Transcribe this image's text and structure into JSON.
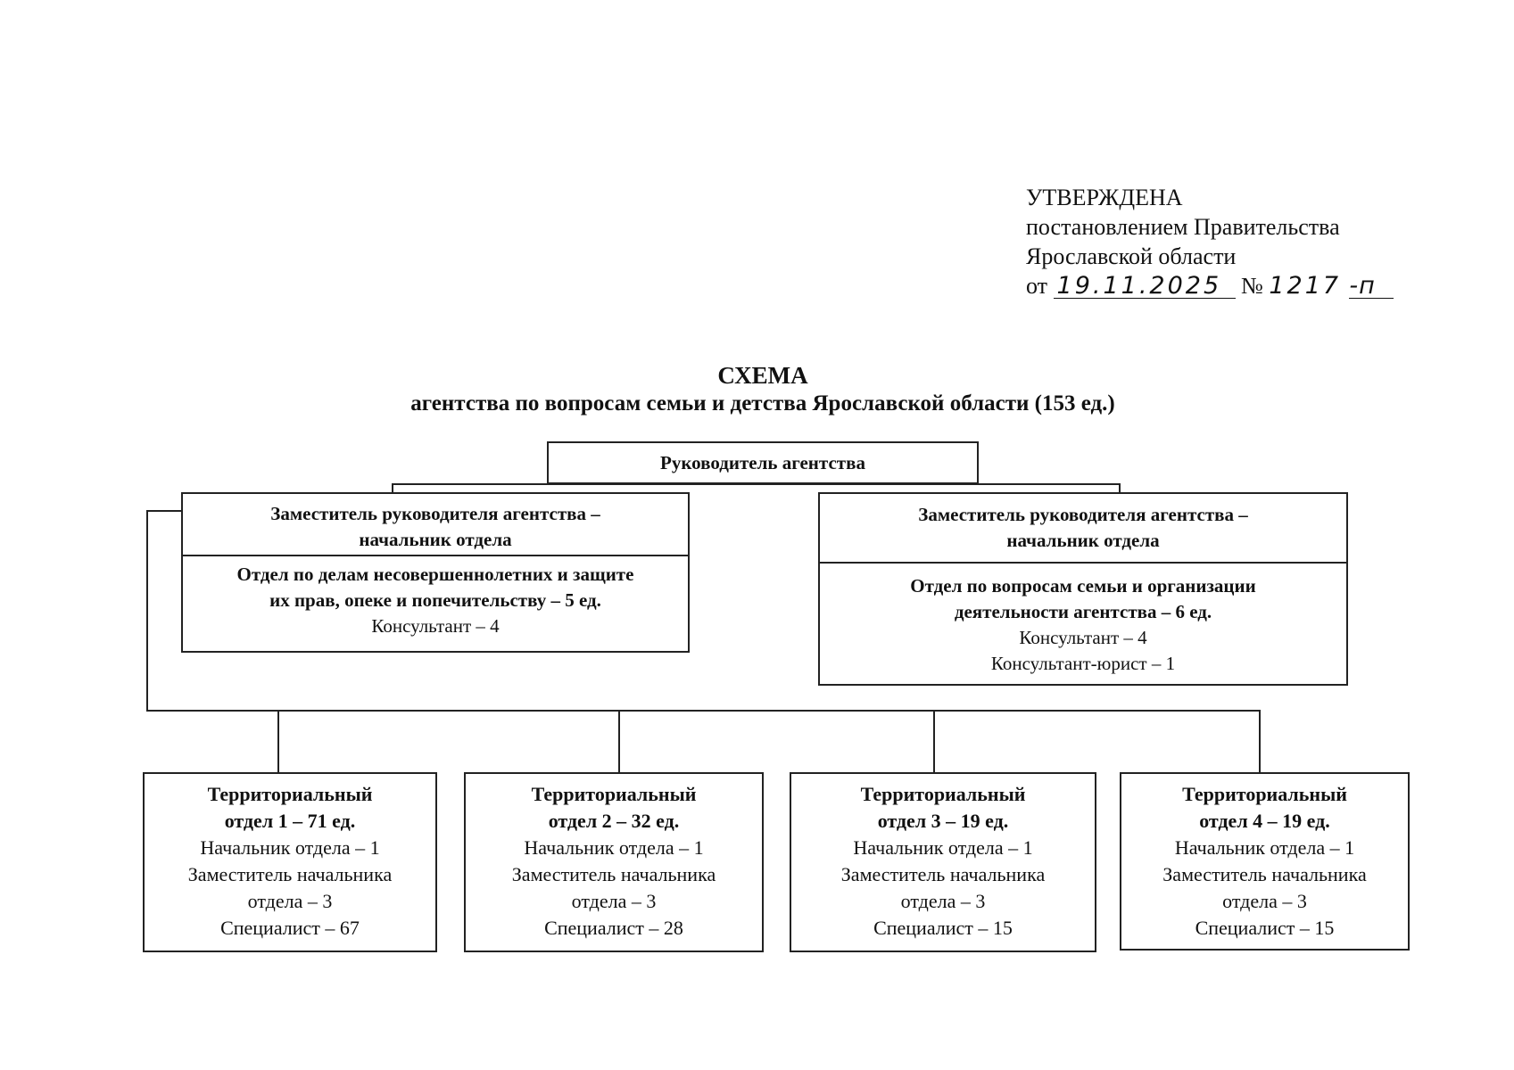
{
  "approval": {
    "status": "УТВЕРЖДЕНА",
    "line1": "постановлением Правительства",
    "line2": "Ярославской области",
    "date_prefix": "от",
    "date": "19.11.2025",
    "number_prefix": "№",
    "number": "1217",
    "number_suffix": "-п"
  },
  "title": {
    "main": "СХЕМА",
    "sub": "агентства по вопросам семьи и детства Ярославской области (153 ед.)"
  },
  "head": {
    "label": "Руководитель агентства"
  },
  "deputies": [
    {
      "title_line1": "Заместитель руководителя агентства –",
      "title_line2": "начальник отдела",
      "dept_line1": "Отдел по делам несовершеннолетних и защите",
      "dept_line2": "их прав, опеке и попечительству – 5 ед.",
      "staff": [
        "Консультант – 4"
      ]
    },
    {
      "title_line1": "Заместитель руководителя агентства –",
      "title_line2": "начальник отдела",
      "dept_line1": "Отдел по вопросам семьи и организации",
      "dept_line2": "деятельности агентства – 6 ед.",
      "staff": [
        "Консультант – 4",
        "Консультант-юрист – 1"
      ]
    }
  ],
  "territorial": [
    {
      "name": "Территориальный",
      "unit": "отдел 1 – 71 ед.",
      "head": "Начальник отдела – 1",
      "deputy_line1": "Заместитель начальника",
      "deputy_line2": "отдела – 3",
      "specialists": "Специалист – 67"
    },
    {
      "name": "Территориальный",
      "unit": "отдел 2 – 32 ед.",
      "head": "Начальник отдела – 1",
      "deputy_line1": "Заместитель начальника",
      "deputy_line2": "отдела – 3",
      "specialists": "Специалист – 28"
    },
    {
      "name": "Территориальный",
      "unit": "отдел 3 – 19 ед.",
      "head": "Начальник отдела – 1",
      "deputy_line1": "Заместитель начальника",
      "deputy_line2": "отдела – 3",
      "specialists": "Специалист – 15"
    },
    {
      "name": "Территориальный",
      "unit": "отдел 4 – 19 ед.",
      "head": "Начальник отдела – 1",
      "deputy_line1": "Заместитель начальника",
      "deputy_line2": "отдела – 3",
      "specialists": "Специалист – 15"
    }
  ]
}
